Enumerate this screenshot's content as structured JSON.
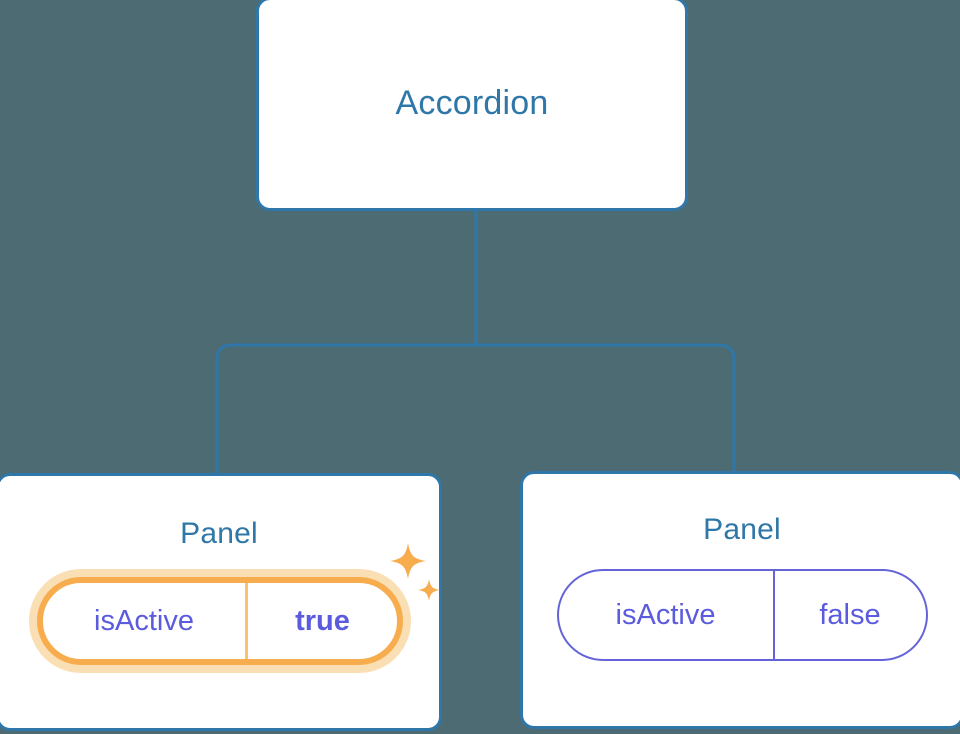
{
  "diagram": {
    "type": "component-tree",
    "background_color": "#4d6b73",
    "node_border_color": "#2e77a8",
    "node_title_color": "#2e77a8",
    "prop_text_color": "#5b5bde",
    "highlight_color": "#f7ad4e",
    "highlight_glow_color": "#fbdfb4",
    "connector_color": "#2e77a8"
  },
  "root": {
    "title": "Accordion"
  },
  "children": [
    {
      "title": "Panel",
      "highlighted": true,
      "prop": {
        "key": "isActive",
        "value": "true",
        "value_bold": true
      },
      "sparkle_icons": [
        "sparkle-icon-large",
        "sparkle-icon-small"
      ]
    },
    {
      "title": "Panel",
      "highlighted": false,
      "prop": {
        "key": "isActive",
        "value": "false",
        "value_bold": false
      }
    }
  ]
}
